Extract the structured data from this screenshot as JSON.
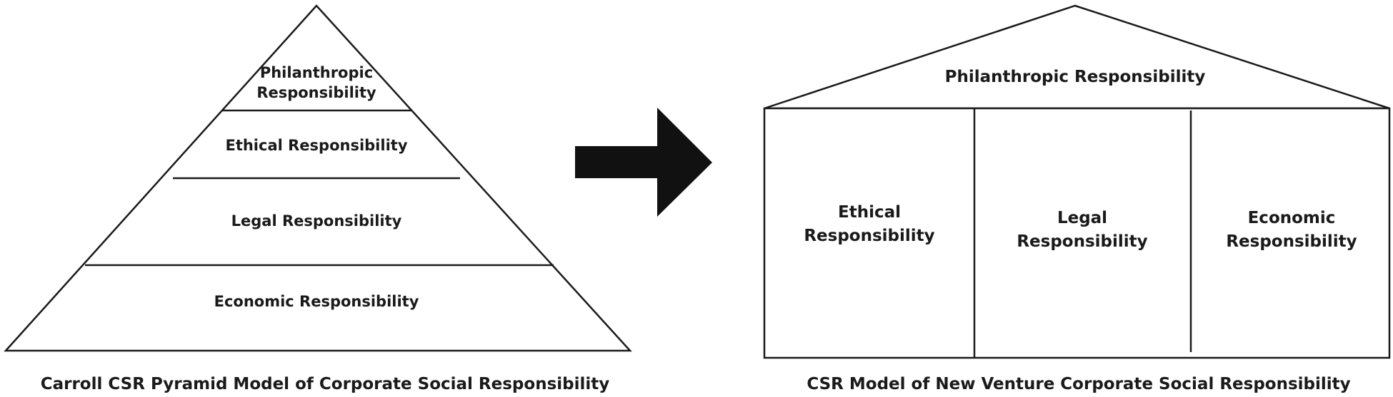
{
  "left_model": {
    "caption": "Carroll CSR Pyramid Model of Corporate Social Responsibility",
    "levels": [
      {
        "lines": [
          "Philanthropic",
          "Responsibility"
        ]
      },
      {
        "lines": [
          "Ethical Responsibility"
        ]
      },
      {
        "lines": [
          "Legal Responsibility"
        ]
      },
      {
        "lines": [
          "Economic Responsibility"
        ]
      }
    ]
  },
  "right_model": {
    "caption": "CSR Model of New Venture Corporate Social Responsibility",
    "roof": {
      "lines": [
        "Philanthropic Responsibility"
      ]
    },
    "pillars": [
      {
        "lines": [
          "Ethical",
          "Responsibility"
        ]
      },
      {
        "lines": [
          "Legal",
          "Responsibility"
        ]
      },
      {
        "lines": [
          "Economic",
          "Responsibility"
        ]
      }
    ]
  },
  "colors": {
    "stroke": "#1a1a1a",
    "arrow": "#111111",
    "background": "#ffffff"
  }
}
